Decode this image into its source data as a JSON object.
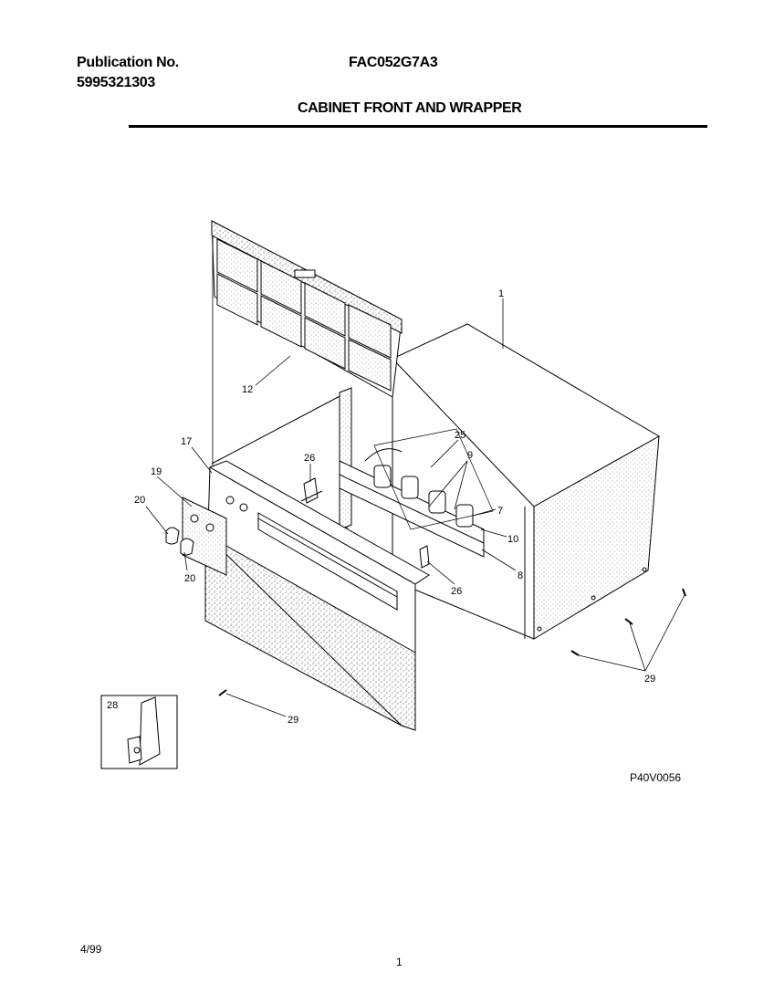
{
  "header": {
    "publication_label": "Publication No.",
    "publication_number": "5995321303",
    "model_number": "FAC052G7A3",
    "section_title": "CABINET FRONT AND WRAPPER"
  },
  "diagram": {
    "drawing_code": "P40V0056",
    "callouts": {
      "c1": "1",
      "c12": "12",
      "c17": "17",
      "c19": "19",
      "c20a": "20",
      "c20b": "20",
      "c26a": "26",
      "c25": "25",
      "c9": "9",
      "c7": "7",
      "c10": "10",
      "c8": "8",
      "c26b": "26",
      "c29a": "29",
      "c29b": "29",
      "c28": "28"
    }
  },
  "footer": {
    "date": "4/99",
    "page": "1"
  }
}
